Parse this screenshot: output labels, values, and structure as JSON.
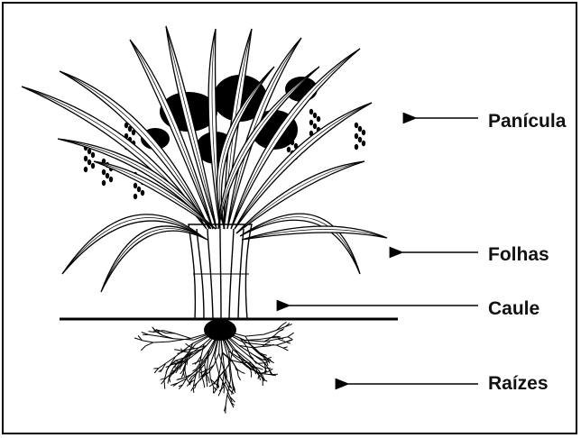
{
  "diagram": {
    "labels": {
      "panicula": "Panícula",
      "folhas": "Folhas",
      "caule": "Caule",
      "raizes": "Raízes"
    },
    "colors": {
      "ink": "#000000",
      "background": "#ffffff"
    },
    "icons": [
      "rice-plant-illustration",
      "arrow-left-icon"
    ]
  }
}
